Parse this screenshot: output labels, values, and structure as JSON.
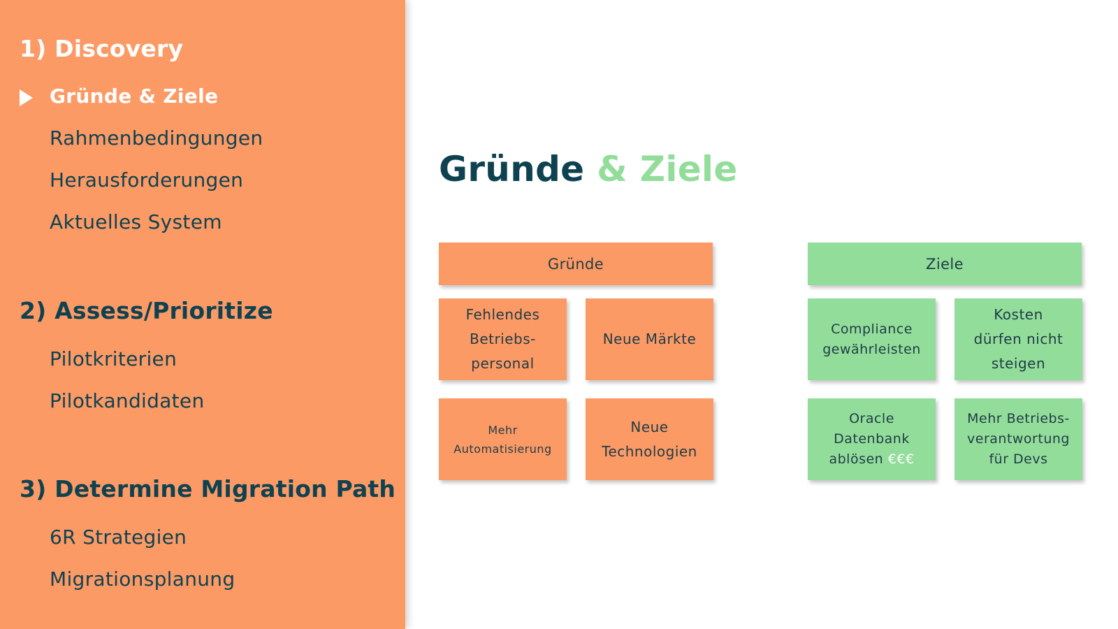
{
  "sidebar": {
    "sections": [
      {
        "title": "1) Discovery",
        "items": [
          "Gründe & Ziele",
          "Rahmenbedingungen",
          "Herausforderungen",
          "Aktuelles System"
        ]
      },
      {
        "title": "2) Assess/Prioritize",
        "items": [
          "Pilotkriterien",
          "Pilotkandidaten"
        ]
      },
      {
        "title": "3) Determine Migration Path",
        "items": [
          "6R Strategien",
          "Migrationsplanung"
        ]
      }
    ]
  },
  "main": {
    "title_part1": "Gründe",
    "title_part2": " & Ziele",
    "gruende": {
      "header": "Gründe",
      "items": [
        "Fehlendes\nBetriebs-\npersonal",
        "Neue Märkte",
        "Mehr\nAutomatisierung",
        "Neue\nTechnologien"
      ]
    },
    "ziele": {
      "header": "Ziele",
      "items": [
        "Compliance\ngewährleisten",
        "Kosten\ndürfen nicht\nsteigen",
        "Oracle\nDatenbank\nablösen",
        "Mehr Betriebs-\nverantwortung\nfür Devs"
      ],
      "oracle_suffix": "€€€"
    }
  },
  "colors": {
    "orange": "#fc9a66",
    "green": "#93dd9b",
    "dark_teal": "#0f4250",
    "white": "#ffffff"
  },
  "icons": {
    "current_item_marker": "play-icon"
  }
}
